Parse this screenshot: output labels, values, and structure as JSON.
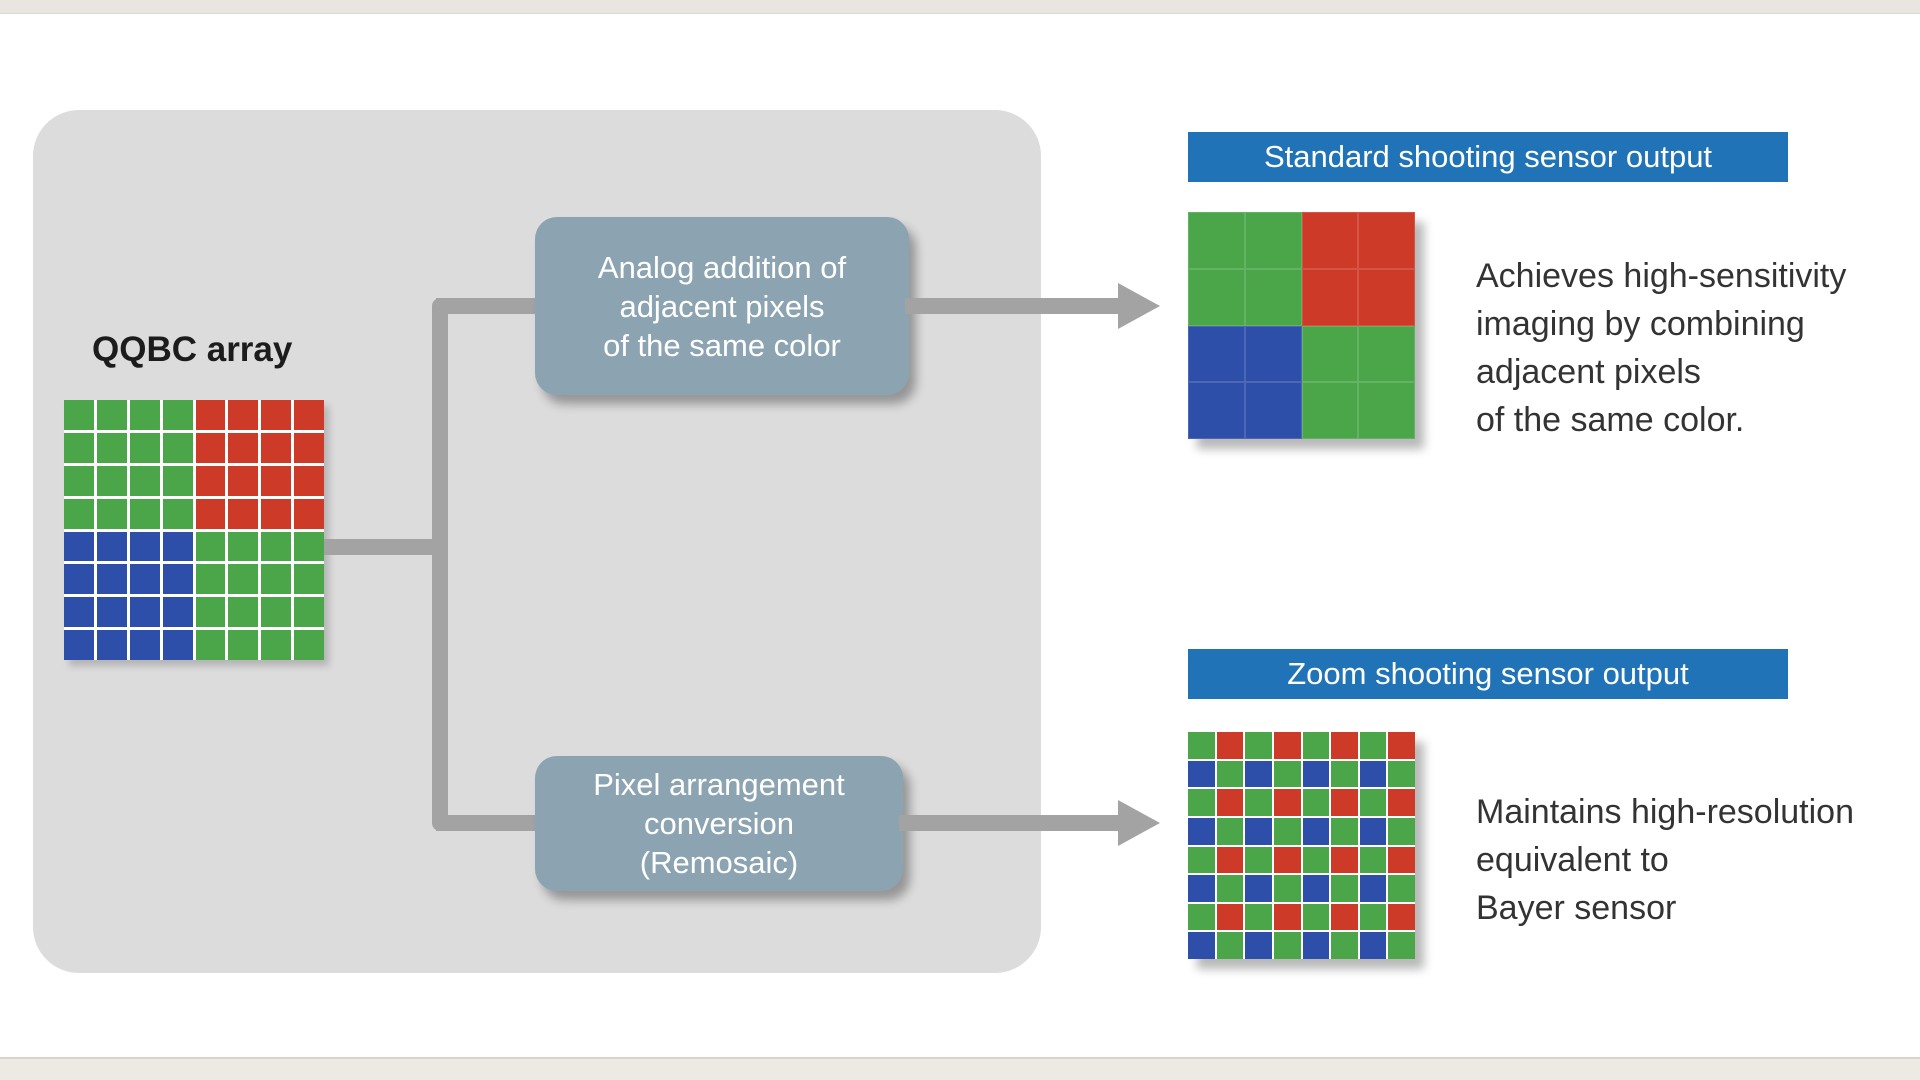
{
  "colors": {
    "green": "#4BA64A",
    "red": "#CD3A28",
    "blue": "#2E4FA9",
    "banner_blue": "#2173B7",
    "process_box": "#8CA4B1",
    "panel_gray": "#DCDCDC",
    "connector_gray": "#A3A3A3",
    "text_dark": "#333333"
  },
  "panel": {
    "label": "QQBC array"
  },
  "qqbc_grid": {
    "rows": 8,
    "cols": 8,
    "quadrants": [
      [
        "green",
        "red"
      ],
      [
        "blue",
        "green"
      ]
    ]
  },
  "process_boxes": {
    "analog_addition": {
      "lines": [
        "Analog addition of",
        "adjacent pixels",
        "of the same color"
      ]
    },
    "remosaic": {
      "lines": [
        "Pixel arrangement",
        "conversion",
        "(Remosaic)"
      ]
    }
  },
  "outputs": {
    "standard": {
      "banner": "Standard shooting sensor output",
      "grid": {
        "rows": 2,
        "cols": 2,
        "cells": [
          [
            "green",
            "red"
          ],
          [
            "blue",
            "green"
          ]
        ]
      },
      "description_lines": [
        "Achieves high-sensitivity",
        "imaging by combining",
        "adjacent pixels",
        "of the same color."
      ]
    },
    "zoom": {
      "banner": "Zoom shooting sensor output",
      "grid": {
        "rows": 8,
        "cols": 8,
        "pattern": [
          [
            "G",
            "R"
          ],
          [
            "B",
            "G"
          ]
        ],
        "legend": {
          "G": "green",
          "R": "red",
          "B": "blue"
        }
      },
      "description_lines": [
        "Maintains high-resolution",
        "equivalent to",
        "Bayer sensor"
      ]
    }
  }
}
